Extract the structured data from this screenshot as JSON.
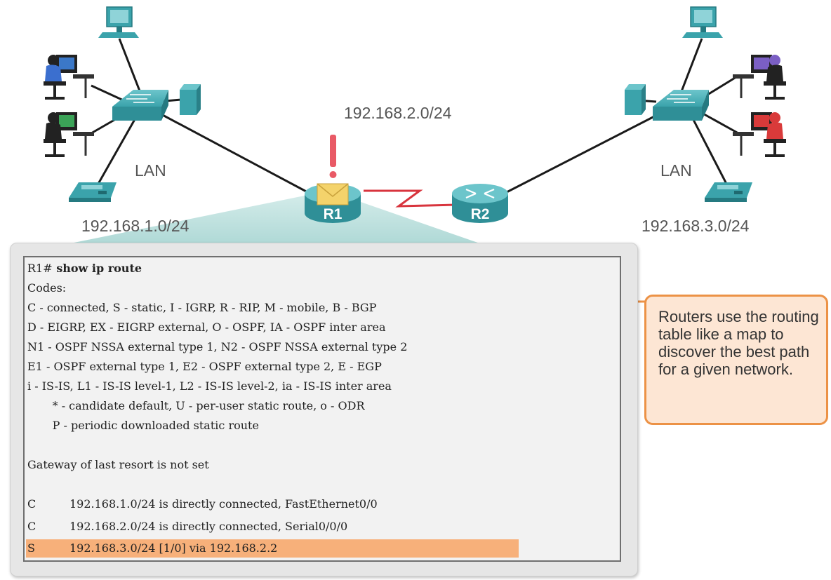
{
  "networks": {
    "left_lan_label": "LAN",
    "right_lan_label": "LAN",
    "left_subnet": "192.168.1.0/24",
    "middle_subnet": "192.168.2.0/24",
    "right_subnet": "192.168.3.0/24"
  },
  "routers": {
    "r1_label": "R1",
    "r2_label": "R2",
    "alert_symbol": "!"
  },
  "terminal": {
    "prompt": "R1#",
    "command": " show ip route",
    "codes_lines": [
      "Codes:",
      "C - connected, S - static, I - IGRP, R - RIP, M - mobile, B - BGP",
      "D - EIGRP, EX - EIGRP external, O - OSPF, IA - OSPF inter area",
      "N1 - OSPF NSSA external type 1, N2 - OSPF NSSA external type 2",
      "E1 - OSPF external type 1, E2 - OSPF external type 2, E - EGP",
      "i - IS-IS, L1 - IS-IS level-1, L2 - IS-IS level-2, ia - IS-IS inter area",
      "       * - candidate default, U - per-user static route, o - ODR",
      "       P - periodic downloaded static route"
    ],
    "gateway_line": "Gateway of last resort is not set",
    "routes": [
      {
        "code": "C",
        "text": "192.168.1.0/24 is directly connected, FastEthernet0/0"
      },
      {
        "code": "C",
        "text": "192.168.2.0/24 is directly connected, Serial0/0/0"
      },
      {
        "code": "S",
        "text": "192.168.3.0/24 [1/0] via 192.168.2.2"
      }
    ]
  },
  "callout": {
    "text": "Routers use the routing table like a map to discover the best path for a given network."
  },
  "colors": {
    "device_teal": "#3ba3ab",
    "link_black": "#1a1a1a",
    "serial_red": "#d8343d",
    "alert_red": "#e95a66",
    "highlight_orange": "#f7b07a",
    "callout_fill": "#fde6d4",
    "callout_border": "#ec9246",
    "zoom_teal": "#b3dcd9"
  }
}
